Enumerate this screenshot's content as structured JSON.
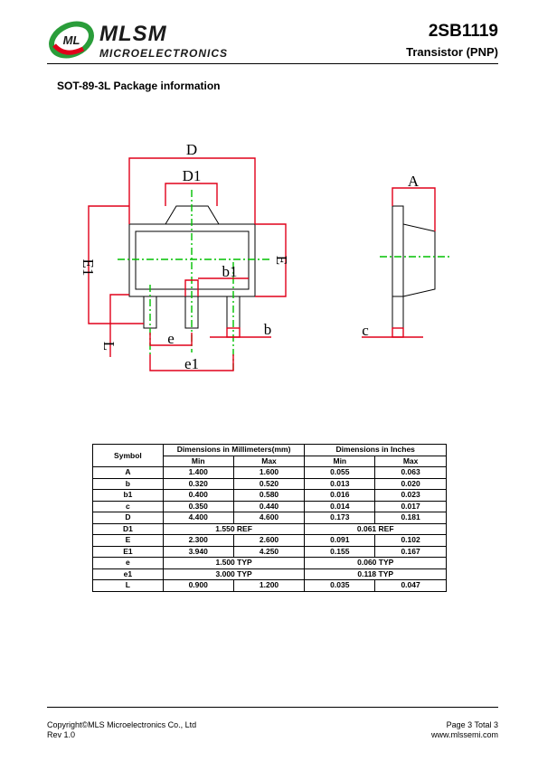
{
  "header": {
    "brand": "MLSM",
    "brand_sub": "MICROELECTRONICS",
    "logo_letters": "ML",
    "part_number": "2SB1119",
    "part_type": "Transistor  (PNP)"
  },
  "section_title": "SOT-89-3L Package information",
  "drawing_labels": {
    "D": "D",
    "D1": "D1",
    "E1": "E1",
    "E": "E",
    "b1": "b1",
    "b": "b",
    "e": "e",
    "e1": "e1",
    "L": "L",
    "A": "A",
    "c": "c"
  },
  "table": {
    "symbol_header": "Symbol",
    "mm_header": "Dimensions in Millimeters(mm)",
    "in_header": "Dimensions in Inches",
    "min": "Min",
    "max": "Max",
    "rows": [
      {
        "symbol": "A",
        "mm_min": "1.400",
        "mm_max": "1.600",
        "in_min": "0.055",
        "in_max": "0.063"
      },
      {
        "symbol": "b",
        "mm_min": "0.320",
        "mm_max": "0.520",
        "in_min": "0.013",
        "in_max": "0.020"
      },
      {
        "symbol": "b1",
        "mm_min": "0.400",
        "mm_max": "0.580",
        "in_min": "0.016",
        "in_max": "0.023"
      },
      {
        "symbol": "c",
        "mm_min": "0.350",
        "mm_max": "0.440",
        "in_min": "0.014",
        "in_max": "0.017"
      },
      {
        "symbol": "D",
        "mm_min": "4.400",
        "mm_max": "4.600",
        "in_min": "0.173",
        "in_max": "0.181"
      },
      {
        "symbol": "D1",
        "mm_span": "1.550 REF",
        "in_span": "0.061 REF"
      },
      {
        "symbol": "E",
        "mm_min": "2.300",
        "mm_max": "2.600",
        "in_min": "0.091",
        "in_max": "0.102"
      },
      {
        "symbol": "E1",
        "mm_min": "3.940",
        "mm_max": "4.250",
        "in_min": "0.155",
        "in_max": "0.167"
      },
      {
        "symbol": "e",
        "mm_span": "1.500 TYP",
        "in_span": "0.060 TYP"
      },
      {
        "symbol": "e1",
        "mm_span": "3.000 TYP",
        "in_span": "0.118 TYP"
      },
      {
        "symbol": "L",
        "mm_min": "0.900",
        "mm_max": "1.200",
        "in_min": "0.035",
        "in_max": "0.047"
      }
    ]
  },
  "footer": {
    "copyright": "Copyright©MLS Microelectronics Co., Ltd",
    "rev": "Rev 1.0",
    "page": "Page 3 Total 3",
    "website": "www.mlssemi.com"
  },
  "colors": {
    "dimension_line": "#e0001a",
    "center_line": "#00c000",
    "outline": "#000000",
    "logo_green": "#2a9d3a",
    "logo_red": "#e0001a"
  }
}
